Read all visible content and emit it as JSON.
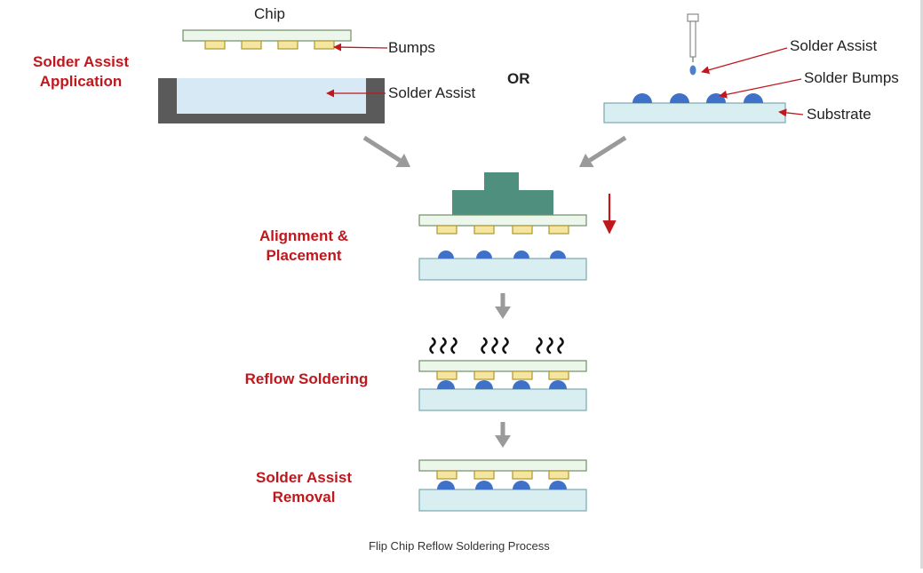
{
  "diagram": {
    "colors": {
      "chip_fill": "#edf6ea",
      "chip_stroke": "#6f8f6a",
      "bump_fill": "#f4e6a2",
      "bump_stroke": "#b0972c",
      "substrate_fill": "#d8eef0",
      "substrate_stroke": "#78a9b0",
      "solder_ball": "#3f71c9",
      "tray_frame": "#5a5a5a",
      "solder_assist_fill": "#d6e9f5",
      "placement_head": "#4e8f7e",
      "label_red": "#c0171d",
      "arrow_gray": "#9a9a9a",
      "heat_wave": "#111111"
    },
    "labels": {
      "chip": "Chip",
      "bumps": "Bumps",
      "solder_assist_tray": "Solder Assist",
      "or": "OR",
      "solder_assist_dispense": "Solder Assist",
      "solder_bumps": "Solder Bumps",
      "substrate": "Substrate"
    },
    "steps": {
      "application_line1": "Solder Assist",
      "application_line2": "Application",
      "alignment_line1": "Alignment &",
      "alignment_line2": "Placement",
      "reflow": "Reflow Soldering",
      "removal_line1": "Solder Assist",
      "removal_line2": "Removal"
    },
    "caption": "Flip Chip Reflow Soldering Process"
  }
}
